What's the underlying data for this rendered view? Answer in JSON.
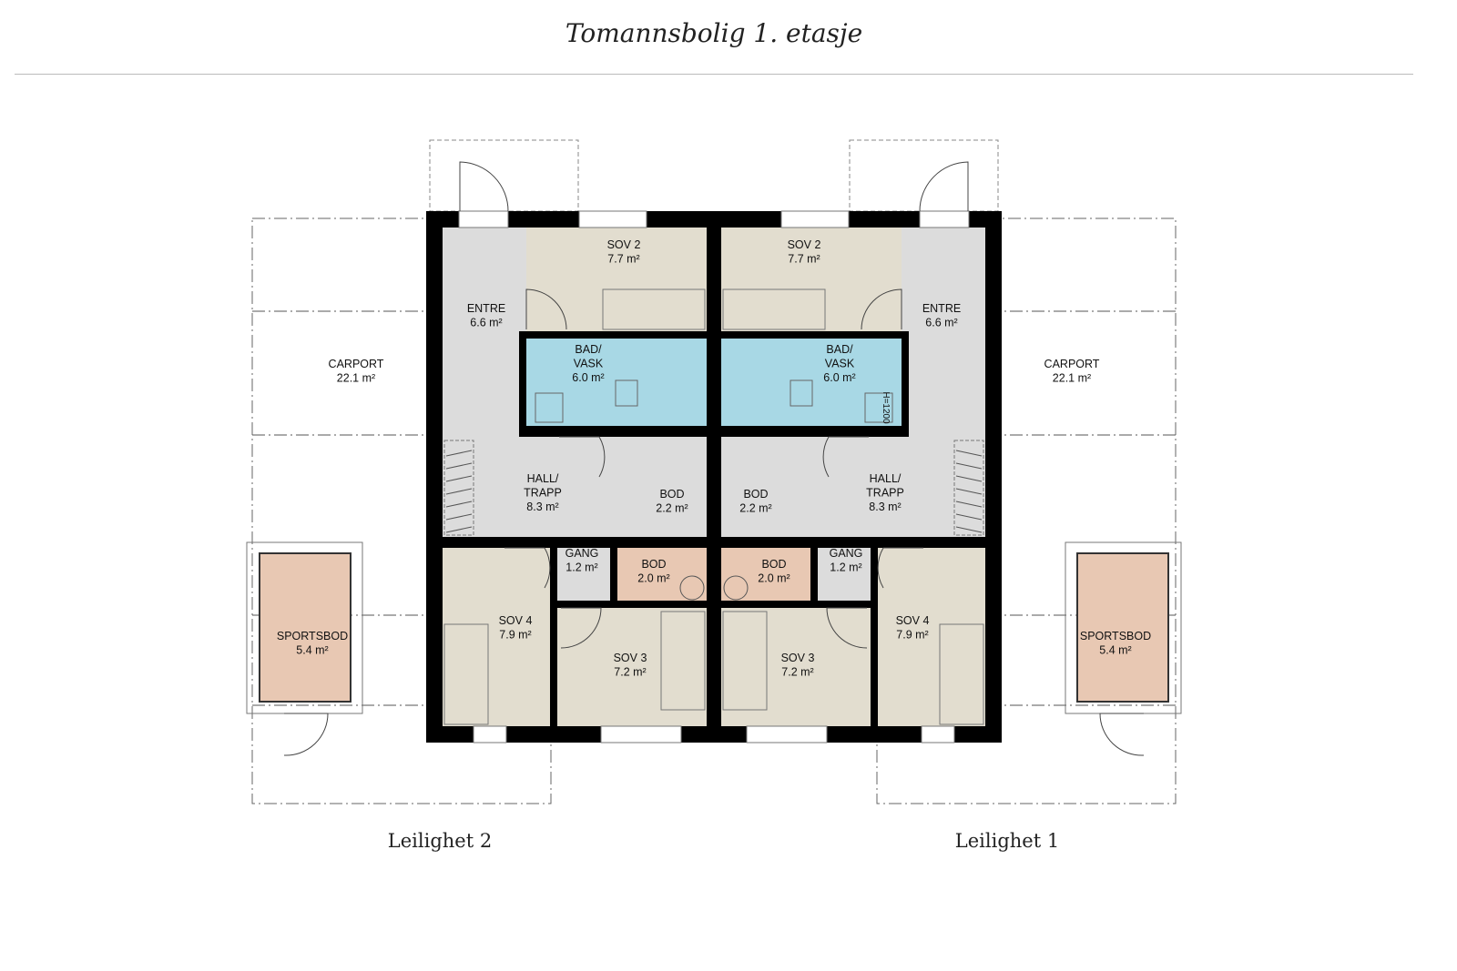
{
  "title": "Tomannsbolig 1. etasje",
  "colors": {
    "bedroom": "#e2ddcf",
    "bath": "#a8d8e5",
    "hall": "#dcdcdc",
    "storage": "#e8c8b3",
    "wall": "#000000"
  },
  "units": [
    {
      "label": "Leilighet 2",
      "rooms": [
        {
          "name": "ENTRE",
          "area": "6.6 m²"
        },
        {
          "name": "SOV 2",
          "area": "7.7 m²"
        },
        {
          "name": "BAD/ VASK",
          "area": "6.0 m²"
        },
        {
          "name": "HALL/ TRAPP",
          "area": "8.3 m²"
        },
        {
          "name": "BOD",
          "area": "2.2 m²"
        },
        {
          "name": "GANG",
          "area": "1.2 m²"
        },
        {
          "name": "BOD",
          "area": "2.0 m²"
        },
        {
          "name": "SOV 4",
          "area": "7.9 m²"
        },
        {
          "name": "SOV 3",
          "area": "7.2 m²"
        },
        {
          "name": "CARPORT",
          "area": "22.1 m²"
        },
        {
          "name": "SPORTSBOD",
          "area": "5.4 m²"
        }
      ]
    },
    {
      "label": "Leilighet 1",
      "annotation": "H=1200",
      "rooms": [
        {
          "name": "ENTRE",
          "area": "6.6 m²"
        },
        {
          "name": "SOV 2",
          "area": "7.7 m²"
        },
        {
          "name": "BAD/ VASK",
          "area": "6.0 m²"
        },
        {
          "name": "HALL/ TRAPP",
          "area": "8.3 m²"
        },
        {
          "name": "BOD",
          "area": "2.2 m²"
        },
        {
          "name": "GANG",
          "area": "1.2 m²"
        },
        {
          "name": "BOD",
          "area": "2.0 m²"
        },
        {
          "name": "SOV 4",
          "area": "7.9 m²"
        },
        {
          "name": "SOV 3",
          "area": "7.2 m²"
        },
        {
          "name": "CARPORT",
          "area": "22.1 m²"
        },
        {
          "name": "SPORTSBOD",
          "area": "5.4 m²"
        }
      ]
    }
  ]
}
